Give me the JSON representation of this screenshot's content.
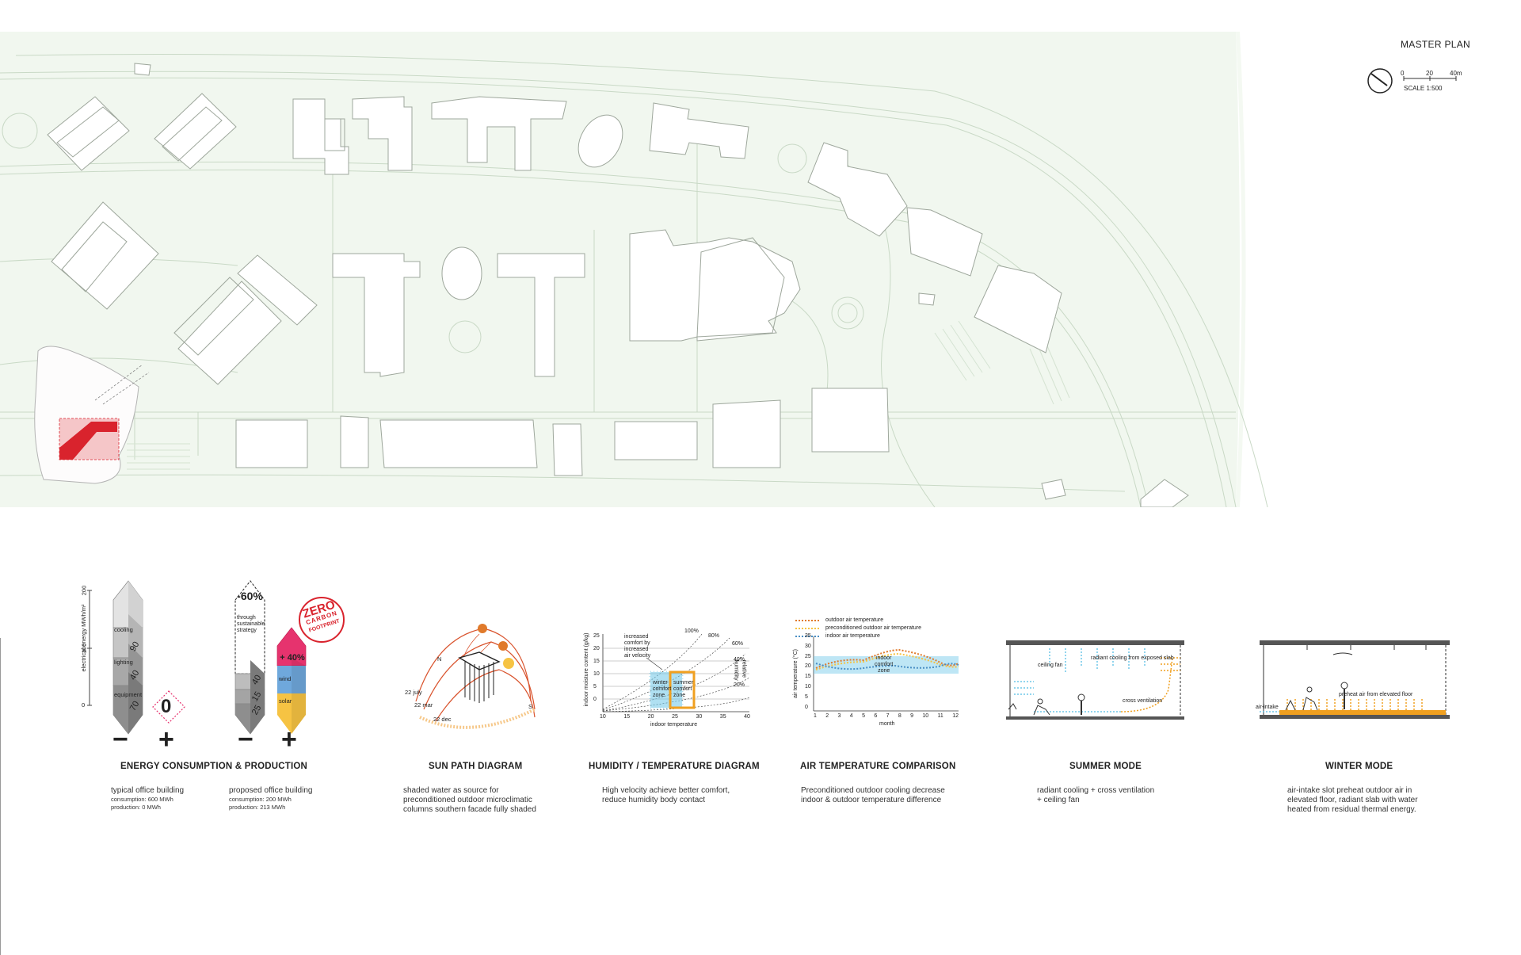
{
  "master_plan": {
    "title": "MASTER PLAN",
    "scale": {
      "ticks": [
        "0",
        "20",
        "40m"
      ],
      "label": "SCALE 1:500"
    }
  },
  "energy": {
    "title": "ENERGY CONSUMPTION & PRODUCTION",
    "axis_label": "electrical energy MWh/m²",
    "axis_ticks": [
      "200",
      "100",
      "0"
    ],
    "typical": {
      "segments": [
        "cooling",
        "lighting",
        "equipment"
      ],
      "values": [
        "90",
        "40",
        "70"
      ],
      "production_value": "0"
    },
    "proposed": {
      "reduction_badge": "-60%",
      "reduction_label": [
        "through",
        "sustainable",
        "strategy"
      ],
      "values": [
        "40",
        "15",
        "25"
      ],
      "production_badge": "+ 40%",
      "production_segments": [
        "wind",
        "solar"
      ]
    },
    "stamp": [
      "ZERO",
      "CARBON",
      "FOOTPRINT"
    ],
    "minus": "−",
    "plus": "+",
    "desc_typical": [
      "typical office building",
      "consumption: 600 MWh",
      "production: 0 MWh"
    ],
    "desc_proposed": [
      "proposed office building",
      "consumption: 200 MWh",
      "production: 213 MWh"
    ]
  },
  "sun_path": {
    "title": "SUN PATH DIAGRAM",
    "labels": [
      "22 july",
      "22 mar",
      "22 dec",
      "N",
      "S"
    ],
    "desc": [
      "shaded water as source for",
      "preconditioned outdoor microclimatic",
      "columns southern facade fully shaded"
    ]
  },
  "humidity": {
    "title": "HUMIDITY / TEMPERATURE DIAGRAM",
    "y_label": "indoor moisture content (g/kg)",
    "x_label": "indoor temperature",
    "rh_label": "relative humidity",
    "y_ticks": [
      "25",
      "20",
      "15",
      "10",
      "5",
      "0"
    ],
    "x_ticks": [
      "10",
      "15",
      "20",
      "25",
      "30",
      "35",
      "40"
    ],
    "rh_ticks": [
      "100%",
      "80%",
      "60%",
      "40%",
      "20%"
    ],
    "annotations": {
      "increased": [
        "increased",
        "comfort by",
        "increased",
        "air velocity"
      ],
      "winter": [
        "winter",
        "comfort",
        "zone"
      ],
      "summer": [
        "summer",
        "comfort",
        "zone"
      ]
    },
    "desc": [
      "High velocity achieve better comfort,",
      "reduce humidity body contact"
    ]
  },
  "air_temp": {
    "title": "AIR TEMPERATURE COMPARISON",
    "legend": [
      "outdoor air temperature",
      "preconditioned outdoor air temperature",
      "indoor air temperature"
    ],
    "y_label": "air temperature (°C)",
    "x_label": "month",
    "y_ticks": [
      "35",
      "30",
      "25",
      "20",
      "15",
      "10",
      "5",
      "0"
    ],
    "x_ticks": [
      "1",
      "2",
      "3",
      "4",
      "5",
      "6",
      "7",
      "8",
      "9",
      "10",
      "11",
      "12"
    ],
    "zone_label": [
      "indoor",
      "comfort",
      "zone"
    ],
    "desc": [
      "Preconditioned outdoor cooling decrease",
      "indoor & outdoor temperature difference"
    ]
  },
  "summer": {
    "title": "SUMMER MODE",
    "labels": [
      "ceiling fan",
      "radiant cooling from exposed slab",
      "cross ventilation"
    ],
    "desc": [
      "radiant cooling + cross ventilation",
      "+ ceiling fan"
    ]
  },
  "winter": {
    "title": "WINTER MODE",
    "labels": [
      "preheat air from elevated floor",
      "air-intake"
    ],
    "desc": [
      "air-intake slot preheat outdoor air in",
      "elevated floor, radiant slab with water",
      "heated from residual thermal energy."
    ]
  },
  "colors": {
    "plan_bg": "#f1f7ef",
    "plan_line": "#c9d9c6",
    "accent_red": "#d9232d",
    "orange": "#f0a020",
    "blue": "#6fc7e8",
    "magenta": "#e6336e"
  }
}
